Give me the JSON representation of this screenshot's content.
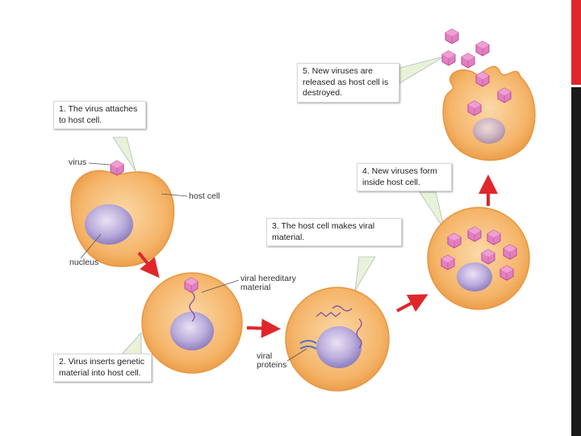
{
  "callouts": {
    "step1": "1. The virus attaches to host cell.",
    "step2": "2. Virus inserts genetic material into host cell.",
    "step3": "3. The host cell makes viral material.",
    "step4": "4. New viruses form inside host cell.",
    "step5": "5. New viruses are released as host cell is destroyed."
  },
  "labels": {
    "virus": "virus",
    "host_cell": "host cell",
    "nucleus": "nucleus",
    "viral_hereditary_material": "viral hereditary material",
    "viral_proteins": "viral proteins"
  },
  "colors": {
    "cell_fill": "#f5b56a",
    "cell_border": "#e8963f",
    "nucleus_fill": "#b8a7d9",
    "virus_fill": "#e27fc0",
    "arrow_red": "#e0262b",
    "callout_pointer": "#e8f2d8"
  }
}
